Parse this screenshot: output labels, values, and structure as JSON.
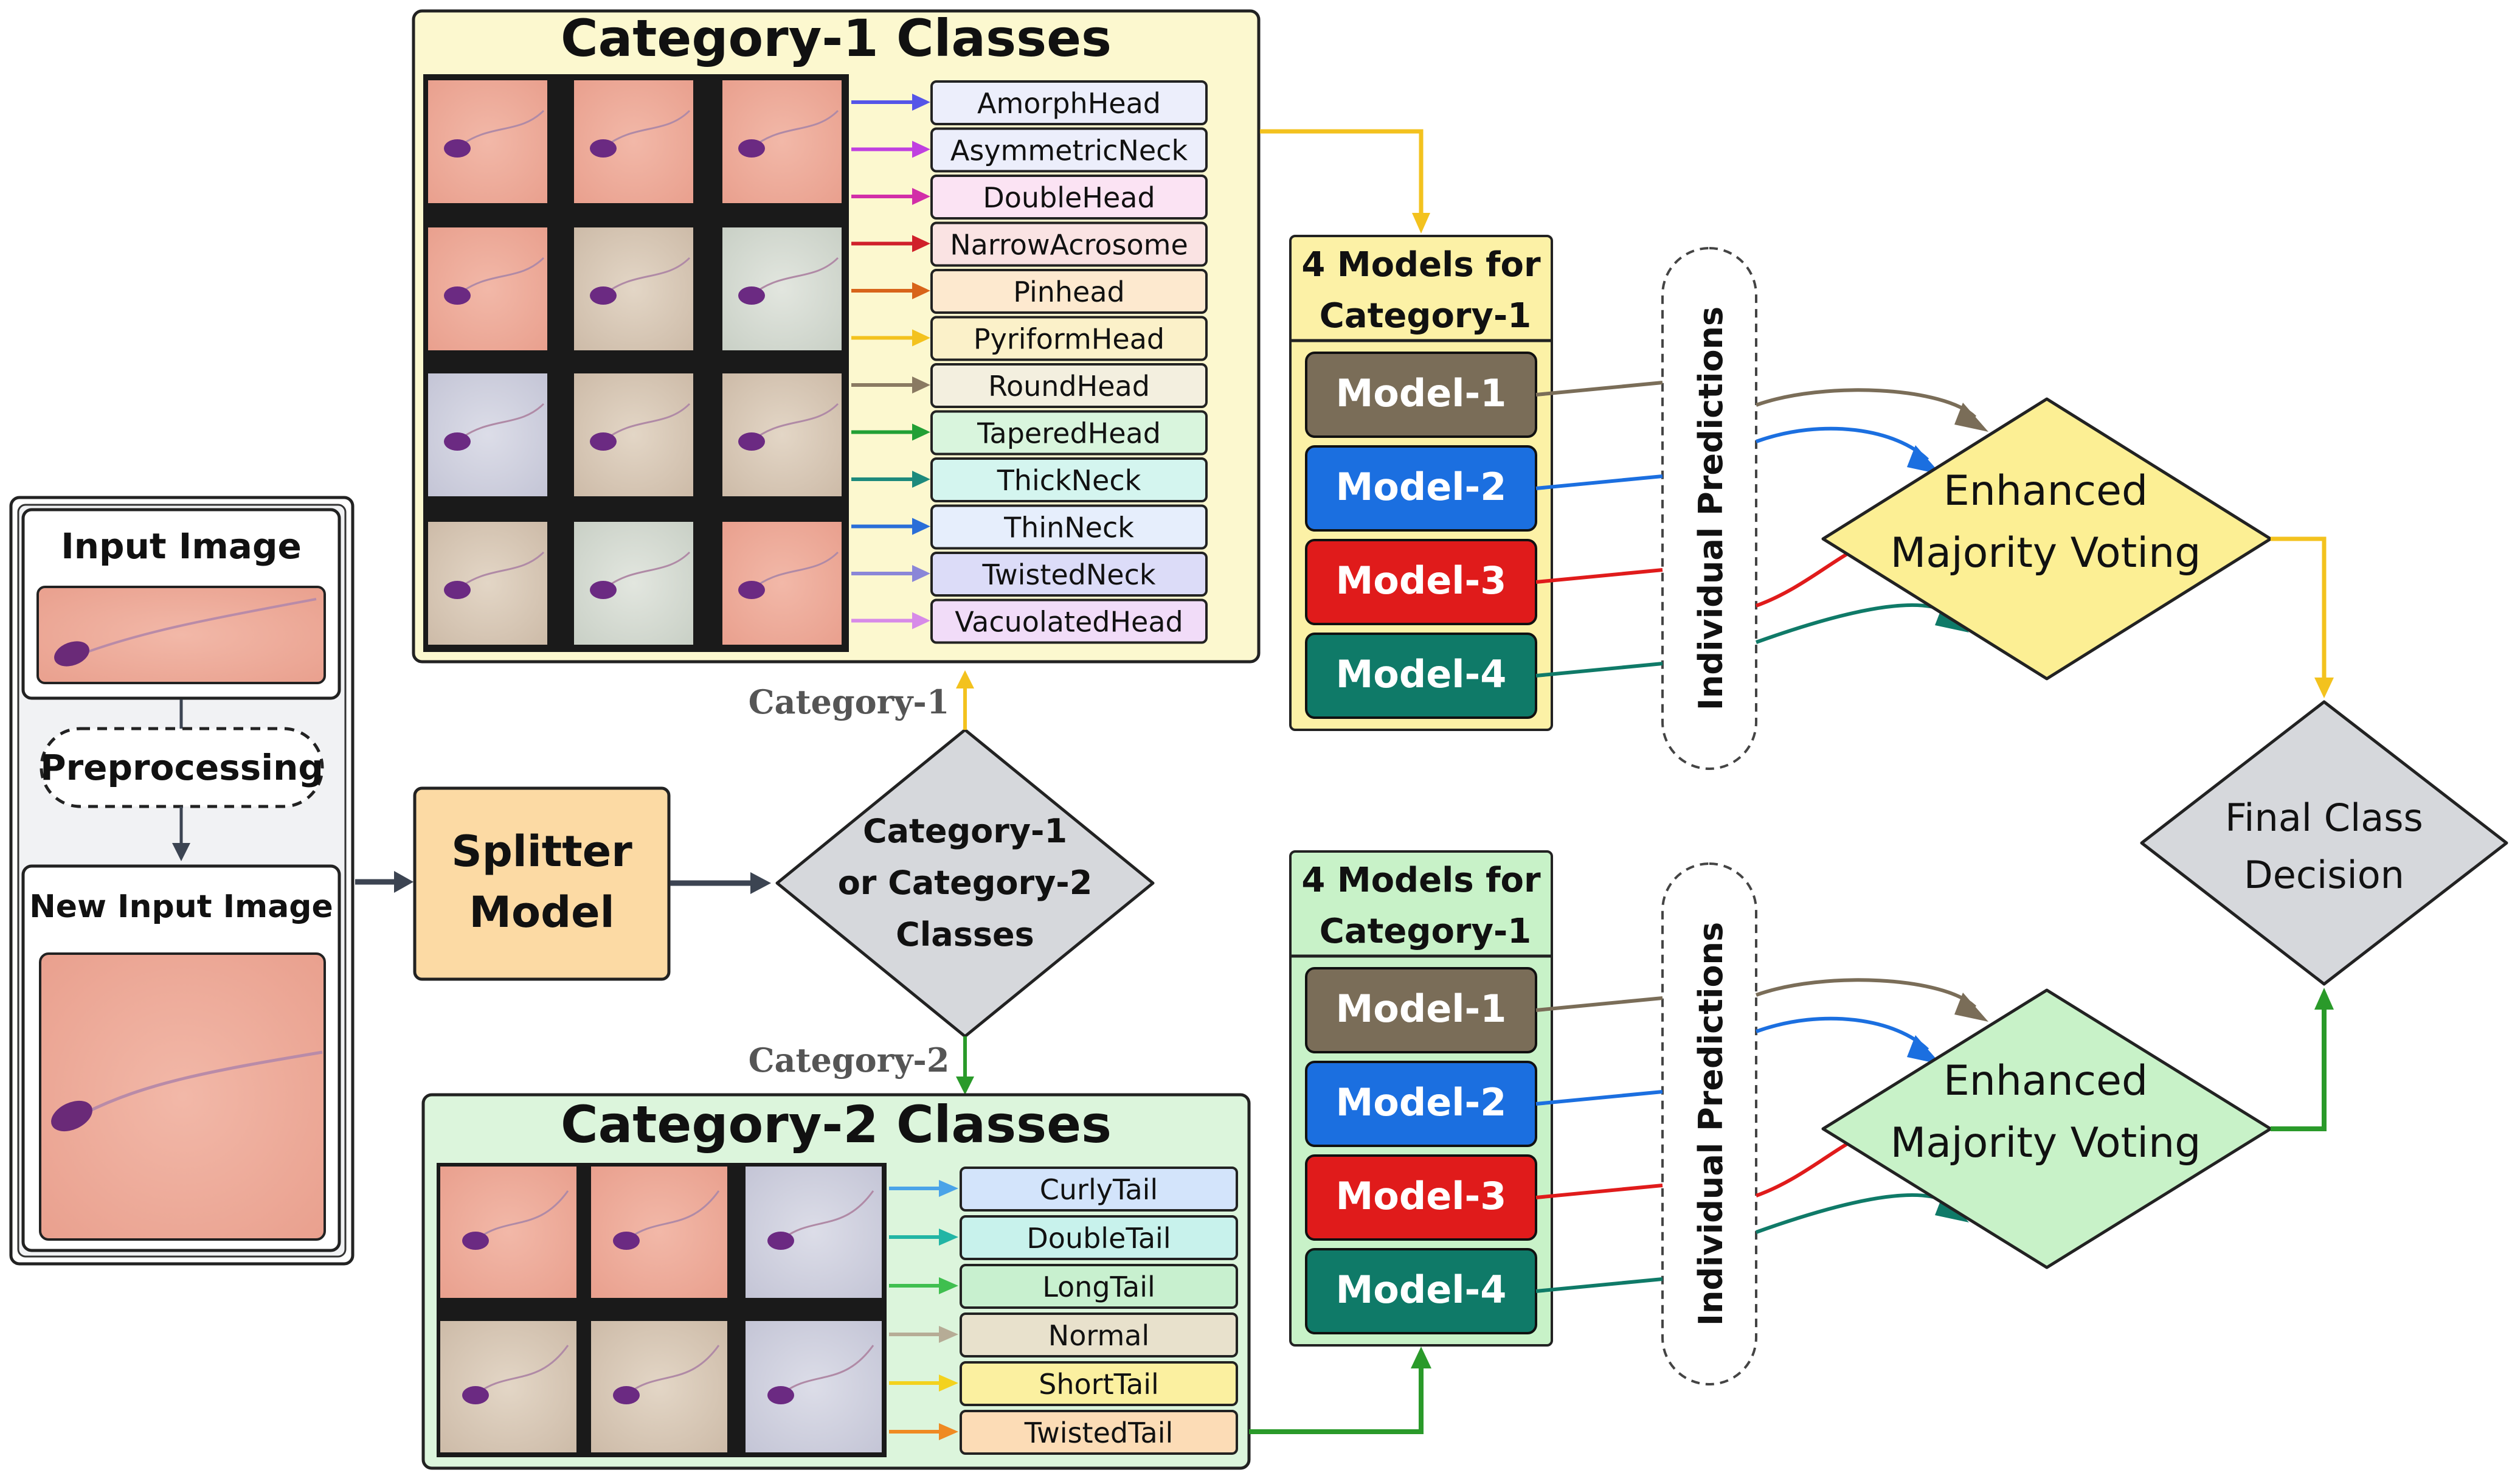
{
  "input_panel": {
    "input_image_label": "Input Image",
    "preprocessing_label": "Preprocessing",
    "new_input_image_label": "New Input Image"
  },
  "splitter": {
    "line1": "Splitter",
    "line2": "Model"
  },
  "decision": {
    "line1": "Category-1",
    "line2": "or Category-2",
    "line3": "Classes"
  },
  "branch_labels": {
    "category1": "Category-1",
    "category2": "Category-2"
  },
  "category1": {
    "title": "Category-1 Classes",
    "classes": [
      "AmorphHead",
      "AsymmetricNeck",
      "DoubleHead",
      "NarrowAcrosome",
      "Pinhead",
      "PyriformHead",
      "RoundHead",
      "TaperedHead",
      "ThickNeck",
      "ThinNeck",
      "TwistedNeck",
      "VacuolatedHead"
    ],
    "class_colors": [
      "#eceefb",
      "#eceefb",
      "#fbe3f3",
      "#fae3e3",
      "#fde9cf",
      "#fbf1c9",
      "#f3efdf",
      "#d9f5dd",
      "#d4f5ef",
      "#e6eefc",
      "#dcdcf8",
      "#f1dcf8"
    ],
    "arrow_colors": [
      "#5555e8",
      "#c040e0",
      "#d22ea8",
      "#d0202a",
      "#d8641a",
      "#f3c21e",
      "#8a7a62",
      "#22a035",
      "#1d8a7c",
      "#2a6ed8",
      "#8a86d8",
      "#d78ae8"
    ]
  },
  "category2": {
    "title": "Category-2 Classes",
    "classes": [
      "CurlyTail",
      "DoubleTail",
      "LongTail",
      "Normal",
      "ShortTail",
      "TwistedTail"
    ],
    "class_colors": [
      "#d3e4fb",
      "#c8f2ec",
      "#c8f0cf",
      "#e8e1cc",
      "#fbf0a0",
      "#fcdcb6"
    ],
    "arrow_colors": [
      "#4aa3e8",
      "#22b5a5",
      "#3fbf4f",
      "#b6ac96",
      "#f3d21e",
      "#ef8a22"
    ]
  },
  "models_top": {
    "header_line1": "4 Models for",
    "header_line2": "Category-1",
    "models": [
      "Model-1",
      "Model-2",
      "Model-3",
      "Model-4"
    ]
  },
  "models_bottom": {
    "header_line1": "4 Models for",
    "header_line2": "Category-1",
    "models": [
      "Model-1",
      "Model-2",
      "Model-3",
      "Model-4"
    ]
  },
  "model_colors": [
    "#7a6d58",
    "#1b6fe0",
    "#e01b1b",
    "#0f7a68"
  ],
  "predictions_label": "Individual Predictions",
  "voting_top": {
    "line1": "Enhanced",
    "line2": "Majority Voting"
  },
  "voting_bottom": {
    "line1": "Enhanced",
    "line2": "Majority Voting"
  },
  "final": {
    "line1": "Final Class",
    "line2": "Decision"
  },
  "colors": {
    "category1_panel": "#fcf8cf",
    "category2_panel": "#dcf5dc",
    "splitter_fill": "#fcdaa4",
    "decision_fill": "#d6d8dc",
    "final_fill": "#d6d8dc",
    "voting_top_fill": "#fcef94",
    "voting_bottom_fill": "#c8f2c8",
    "yellow_arrow": "#f3c21e",
    "green_arrow": "#2a9a2a",
    "dark_arrow": "#3c4452"
  }
}
